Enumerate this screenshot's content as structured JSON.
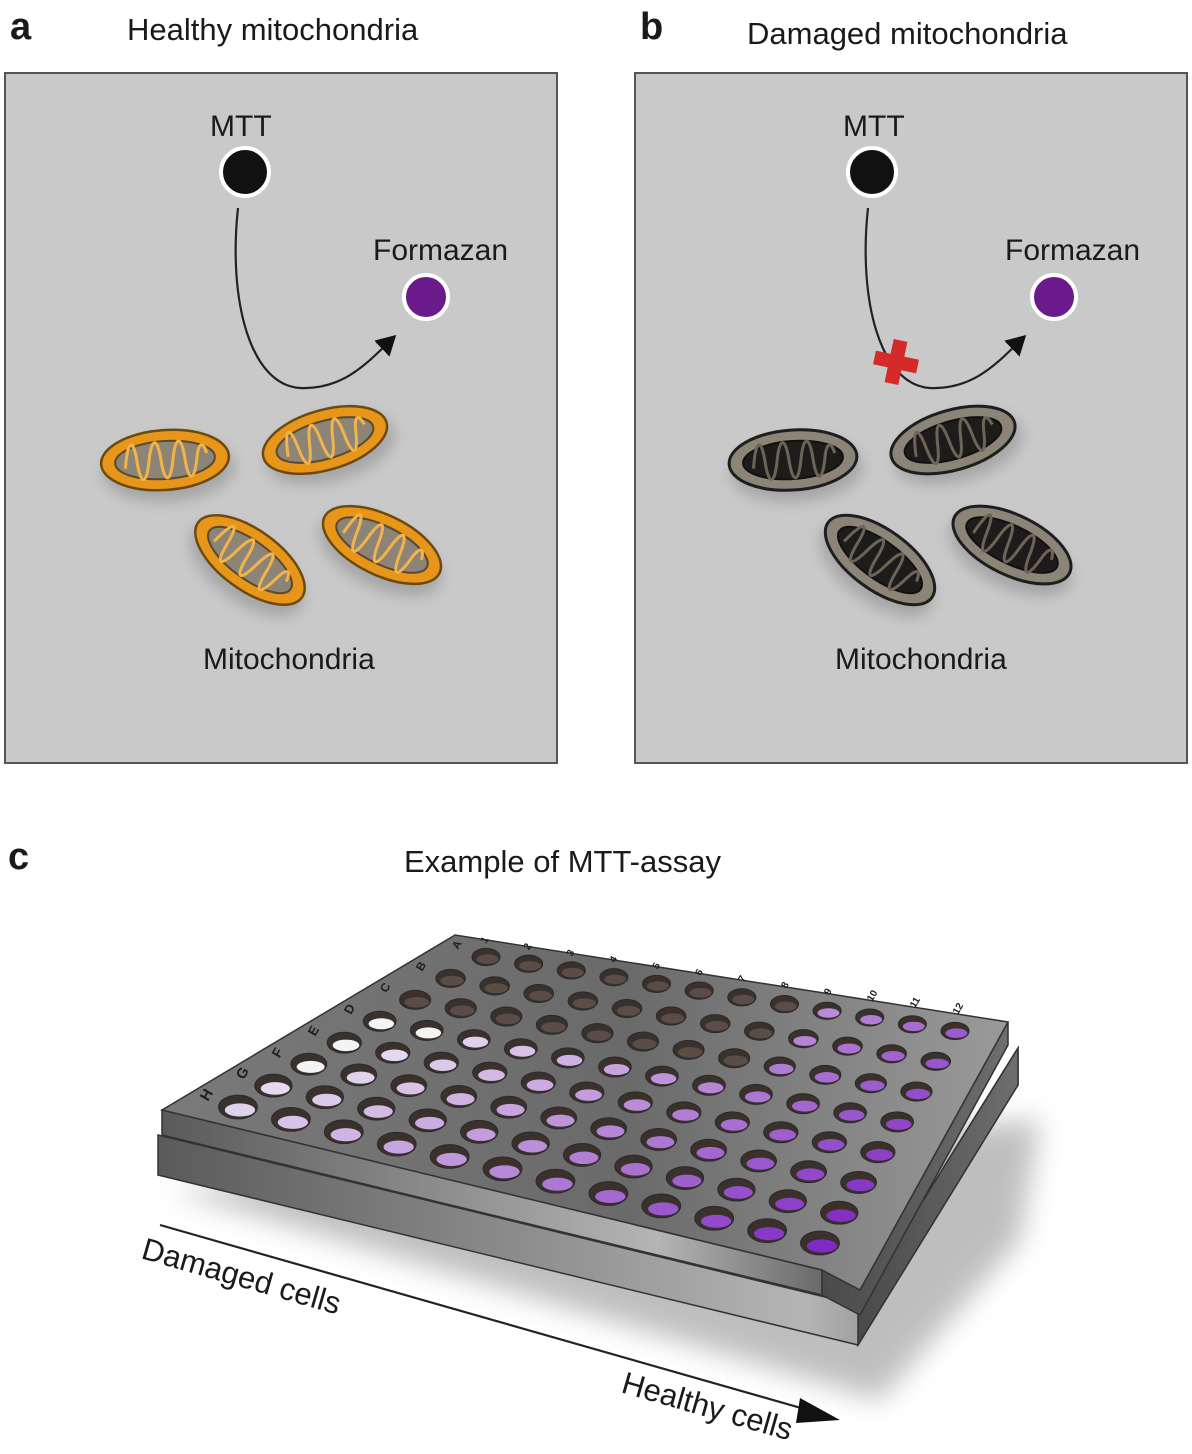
{
  "panel_a": {
    "letter": "a",
    "title": "Healthy mitochondria",
    "mtt_label": "MTT",
    "formazan_label": "Formazan",
    "mito_label": "Mitochondria"
  },
  "panel_b": {
    "letter": "b",
    "title": "Damaged mitochondria",
    "mtt_label": "MTT",
    "formazan_label": "Formazan",
    "mito_label": "Mitochondria"
  },
  "panel_c": {
    "letter": "c",
    "title": "Example of MTT-assay",
    "axis_start_label": "Damaged cells",
    "axis_end_label": "Healthy cells",
    "row_labels": [
      "A",
      "B",
      "C",
      "D",
      "E",
      "F",
      "G",
      "H"
    ],
    "column_labels": [
      "1",
      "2",
      "3",
      "4",
      "5",
      "6",
      "7",
      "8",
      "9",
      "10",
      "11",
      "12"
    ]
  },
  "colors": {
    "panel_bg": "#c9c9c9",
    "healthy_mito": "#e8961a",
    "damaged_mito": "#3a3632",
    "formazan": "#6a1a8a",
    "mtt": "#111111",
    "block_cross": "#d42a2a"
  }
}
